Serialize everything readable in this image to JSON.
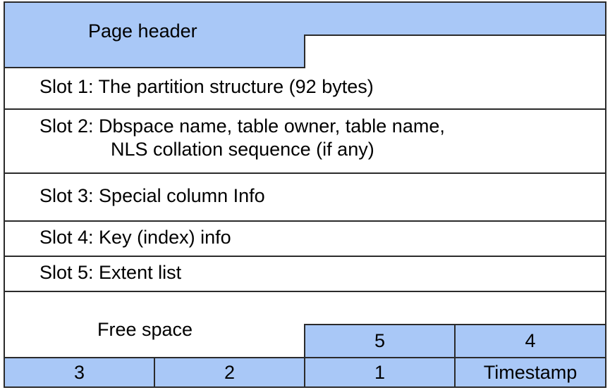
{
  "colors": {
    "fill": "#a9c8f7",
    "border": "#2b2b2b",
    "background": "#ffffff"
  },
  "page_header": {
    "label": "Page header"
  },
  "slots": [
    {
      "label": "Slot 1: The partition structure (92 bytes)"
    },
    {
      "label": "Slot 2: Dbspace name, table owner, table name,",
      "line2": "NLS collation sequence (if any)"
    },
    {
      "label": "Slot 3: Special column Info"
    },
    {
      "label": "Slot 4: Key (index) info"
    },
    {
      "label": "Slot 5: Extent list"
    }
  ],
  "free_space": {
    "label": "Free space"
  },
  "slot_table": {
    "upper_row": [
      "5",
      "4"
    ],
    "lower_row": [
      "3",
      "2",
      "1",
      "Timestamp"
    ]
  }
}
